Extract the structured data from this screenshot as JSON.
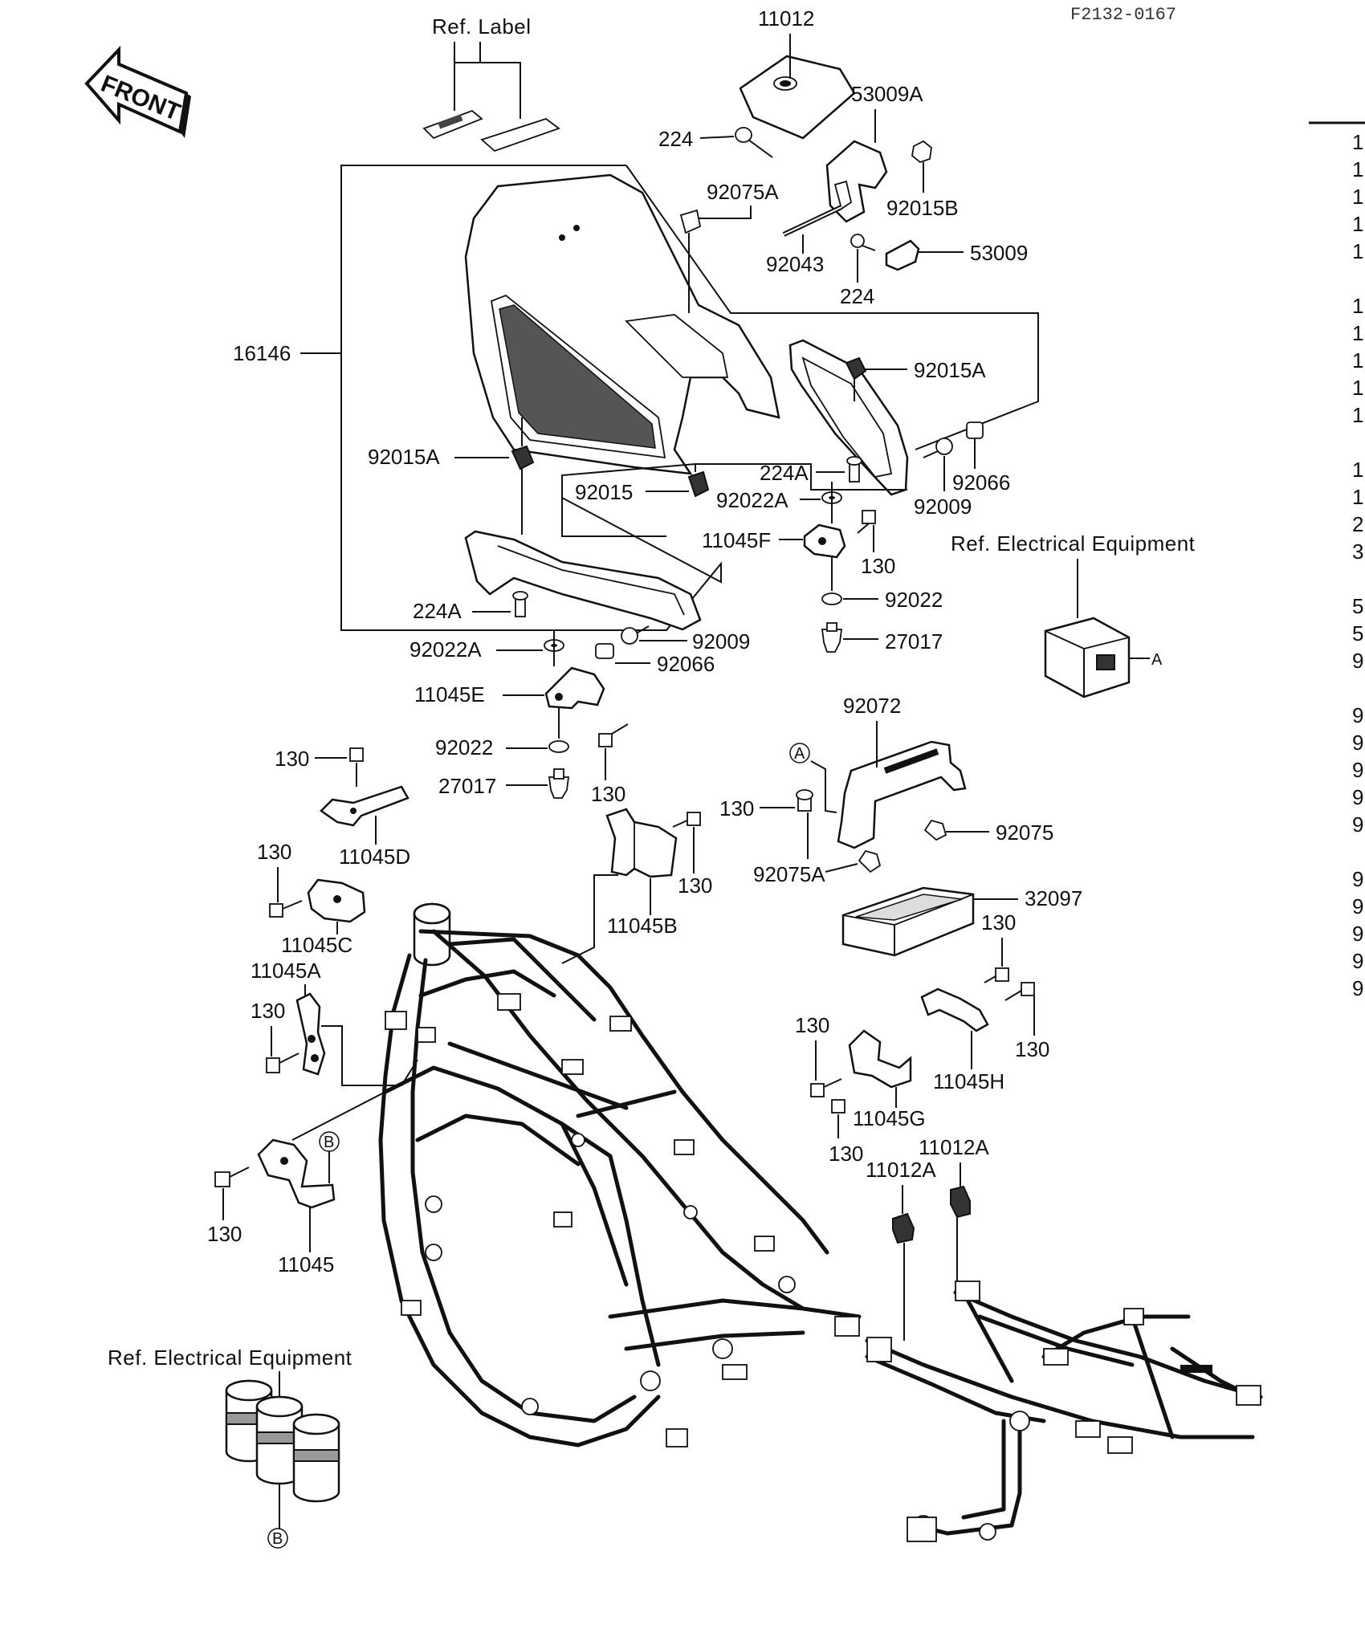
{
  "header": {
    "figure_code": "F2132-0167"
  },
  "front_arrow": {
    "label": "FRONT"
  },
  "refs": {
    "ref_label": "Ref. Label",
    "electrical_1": "Ref. Electrical Equipment",
    "electrical_2": "Ref. Electrical Equipment",
    "marker_a": "A",
    "marker_b": "B"
  },
  "callouts": {
    "p11012": "11012",
    "p53009A": "53009A",
    "p224_top": "224",
    "p92015B": "92015B",
    "p92075A": "92075A",
    "p92043": "92043",
    "p53009": "53009",
    "p224_mid": "224",
    "p16146": "16146",
    "p92015A_right": "92015A",
    "p92015A_left": "92015A",
    "p224A_right": "224A",
    "p92066_right": "92066",
    "p92015": "92015",
    "p92022A_right": "92022A",
    "p92009_right": "92009",
    "p11045F": "11045F",
    "p130_f": "130",
    "p92022_right": "92022",
    "p27017_right": "27017",
    "p224A_left": "224A",
    "p92022A_left": "92022A",
    "p92009_left": "92009",
    "p92066_left": "92066",
    "p11045E": "11045E",
    "p92022_left": "92022",
    "p27017_left": "27017",
    "p130_e": "130",
    "p92072": "92072",
    "p130_d": "130",
    "p11045D": "11045D",
    "p130_bat": "130",
    "p92075": "92075",
    "p92075A_low": "92075A",
    "p130_c": "130",
    "p11045C": "11045C",
    "p130_b": "130",
    "p11045B": "11045B",
    "p32097": "32097",
    "p11045A": "11045A",
    "p130_a": "130",
    "p130_h1": "130",
    "p130_h2": "130",
    "p11045H": "11045H",
    "p130_g1": "130",
    "p11045G": "11045G",
    "p130_g2": "130",
    "p11012A_1": "11012A",
    "p11012A_2": "11012A",
    "p130_base": "130",
    "p11045": "11045"
  },
  "side_column": [
    "1",
    "1",
    "1",
    "1",
    "1",
    "1",
    "1",
    "1",
    "1",
    "1",
    "1",
    "1",
    "2",
    "3",
    "5",
    "5",
    "9",
    "9",
    "9",
    "9",
    "9",
    "9",
    "9",
    "9",
    "9",
    "9",
    "9"
  ]
}
